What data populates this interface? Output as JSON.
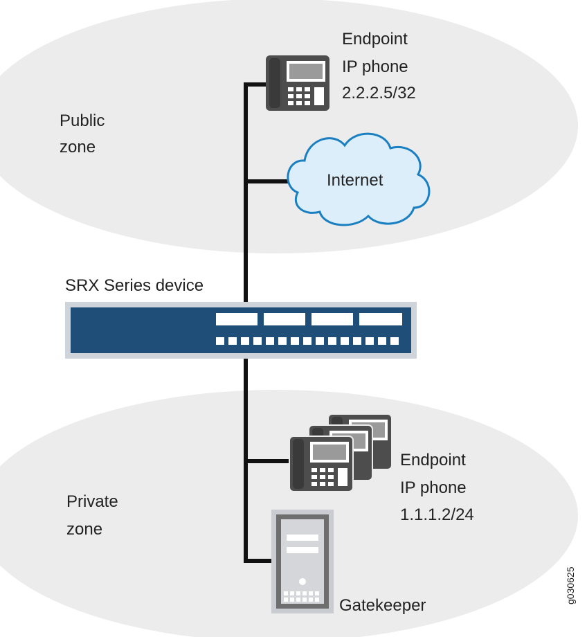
{
  "zones": {
    "public": {
      "line1": "Public",
      "line2": "zone"
    },
    "private": {
      "line1": "Private",
      "line2": "zone"
    }
  },
  "nodes": {
    "public_phone": {
      "line1": "Endpoint",
      "line2": "IP phone",
      "line3": "2.2.2.5/32"
    },
    "internet": {
      "label": "Internet"
    },
    "srx": {
      "label": "SRX Series device"
    },
    "private_phones": {
      "line1": "Endpoint",
      "line2": "IP phone",
      "line3": "1.1.1.2/24"
    },
    "gatekeeper": {
      "label": "Gatekeeper"
    }
  },
  "figure_id": "g030625",
  "colors": {
    "zone_fill": "#ececec",
    "cloud_fill": "#dceefa",
    "cloud_stroke": "#1a7fc1",
    "device_blue": "#1f4e79",
    "device_frame": "#cfd4da",
    "phone_dark": "#4d4d4d",
    "link": "#111111"
  }
}
